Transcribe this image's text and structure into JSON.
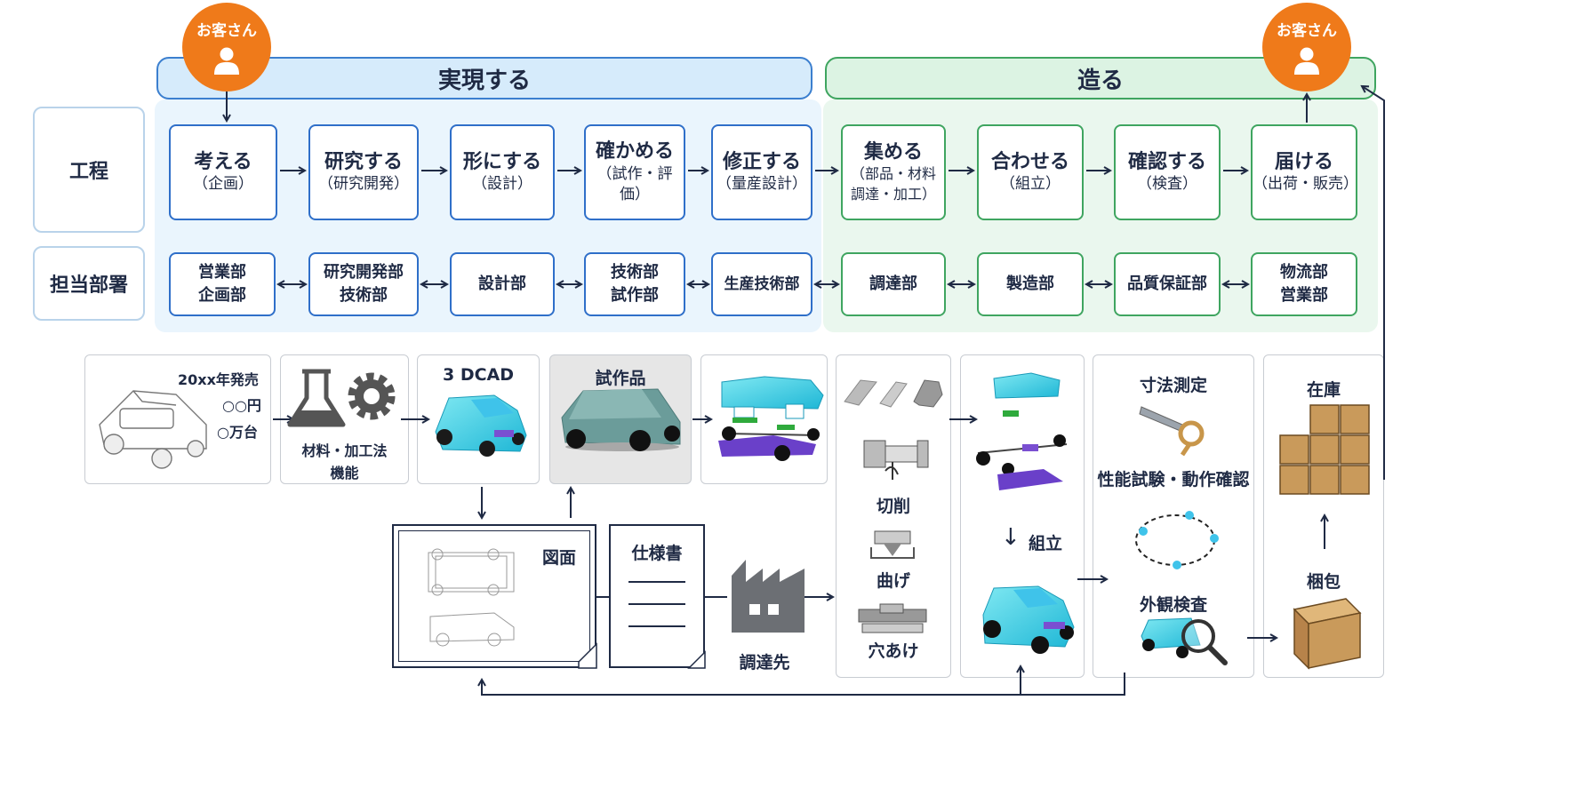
{
  "customer_label": "お客さん",
  "phases": {
    "realize": "実現する",
    "build": "造る"
  },
  "row_labels": {
    "process": "工程",
    "department": "担当部署"
  },
  "steps": [
    {
      "main": "考える",
      "sub": "（企画）"
    },
    {
      "main": "研究する",
      "sub": "（研究開発）"
    },
    {
      "main": "形にする",
      "sub": "（設計）"
    },
    {
      "main": "確かめる",
      "sub": "（試作・評価）"
    },
    {
      "main": "修正する",
      "sub": "（量産設計）"
    },
    {
      "main": "集める",
      "sub": "（部品・材料\n調達・加工）"
    },
    {
      "main": "合わせる",
      "sub": "（組立）"
    },
    {
      "main": "確認する",
      "sub": "（検査）"
    },
    {
      "main": "届ける",
      "sub": "（出荷・販売）"
    }
  ],
  "departments": [
    "営業部\n企画部",
    "研究開発部\n技術部",
    "設計部",
    "技術部\n試作部",
    "生産技術部",
    "調達部",
    "製造部",
    "品質保証部",
    "物流部\n営業部"
  ],
  "illustrations": {
    "plan_release": "20xx年発売",
    "plan_price": "○○円",
    "plan_volume": "○万台",
    "research_caption": "材料・加工法\n機能",
    "cad_title": "3 DCAD",
    "prototype_title": "試作品",
    "drawing_title": "図面",
    "spec_title": "仕様書",
    "supplier_label": "調達先",
    "cutting": "切削",
    "bending": "曲げ",
    "drilling": "穴あけ",
    "assembly": "組立",
    "dimension": "寸法測定",
    "performance": "性能試験・動作確認",
    "appearance": "外観検査",
    "stock": "在庫",
    "packing": "梱包",
    "assembly_arrow": "↓"
  },
  "colors": {
    "orange": "#ef7a1a",
    "blue_border": "#2f6fc9",
    "green_border": "#3fa560",
    "blue_band": "#eaf5fd",
    "green_band": "#eaf7ee",
    "navy": "#1f2a44"
  }
}
